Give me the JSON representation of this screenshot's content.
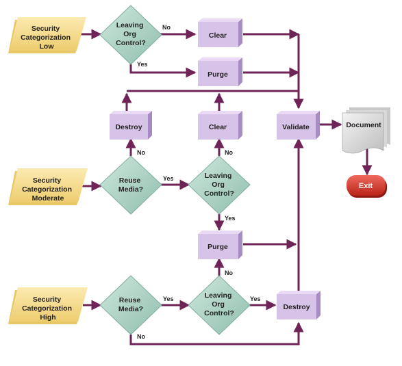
{
  "inputs": {
    "low": [
      "Security",
      "Categorization",
      "Low"
    ],
    "moderate": [
      "Security",
      "Categorization",
      "Moderate"
    ],
    "high": [
      "Security",
      "Categorization",
      "High"
    ]
  },
  "decisions": {
    "leaving_low": [
      "Leaving",
      "Org",
      "Control?"
    ],
    "reuse_mod": [
      "Reuse",
      "Media?"
    ],
    "leaving_mod": [
      "Leaving",
      "Org",
      "Control?"
    ],
    "reuse_high": [
      "Reuse",
      "Media?"
    ],
    "leaving_high": [
      "Leaving",
      "Org",
      "Control?"
    ]
  },
  "processes": {
    "clear_top": "Clear",
    "purge_top": "Purge",
    "destroy_mid": "Destroy",
    "clear_mid": "Clear",
    "validate": "Validate",
    "purge_bottom": "Purge",
    "destroy_bottom": "Destroy"
  },
  "document": "Document",
  "exit": "Exit",
  "edge_labels": {
    "low_no": "No",
    "low_yes": "Yes",
    "destroy_no": "No",
    "clear_no": "No",
    "mod_yes": "Yes",
    "mod_leave_yes": "Yes",
    "purge_no": "No",
    "high_yes": "Yes",
    "high_leave_yes": "Yes",
    "high_no": "No"
  },
  "colors": {
    "input_fill": "#f5dc8c",
    "decision_fill": "#a9d1c2",
    "process_fill": "#d7c3e8",
    "process_side": "#a98bc4",
    "arrow": "#6e2456",
    "exit_fill": "#d9352a",
    "document_fill": "#d9d9d9"
  }
}
